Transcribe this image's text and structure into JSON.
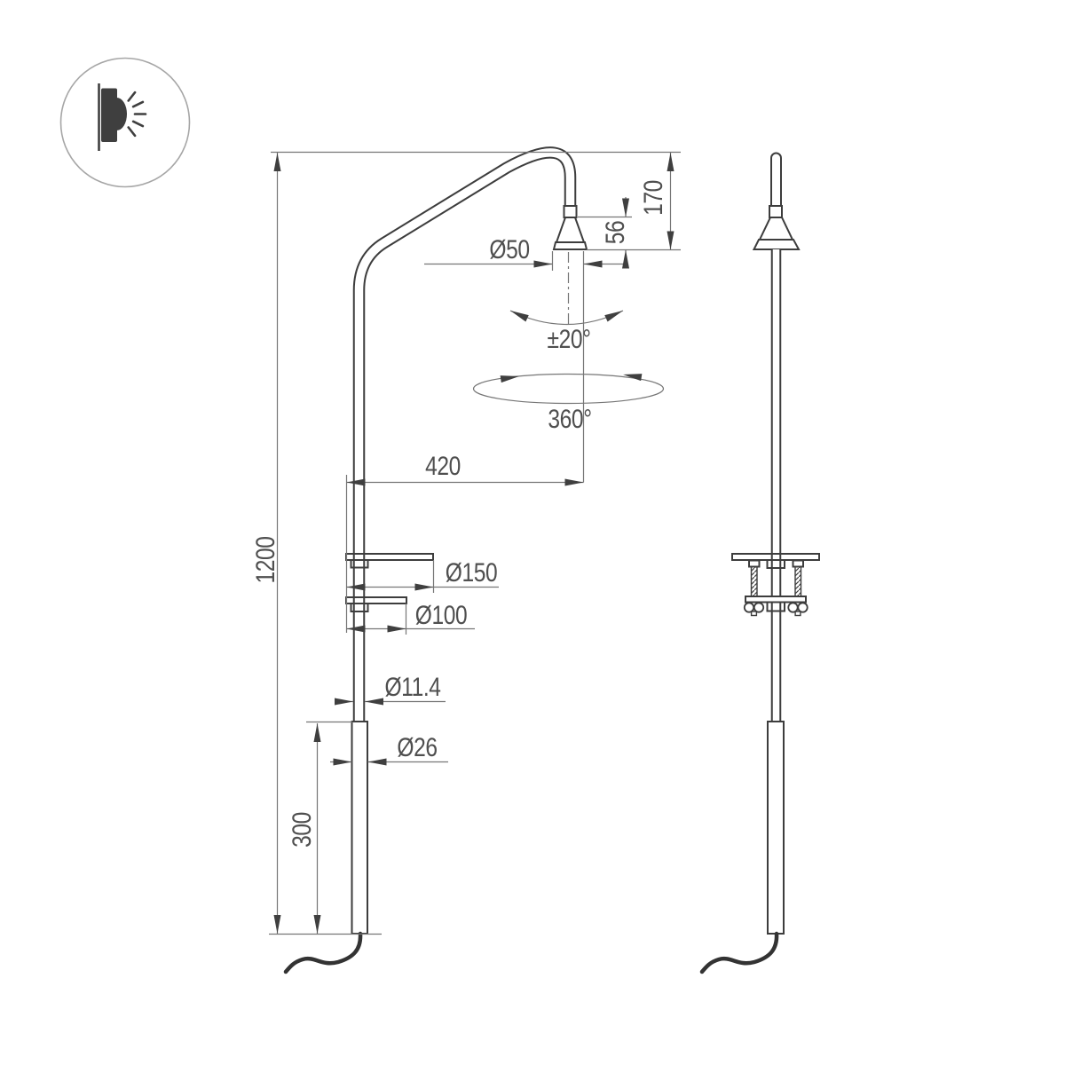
{
  "page": {
    "type": "luminaire-technical-drawing",
    "background": "#ffffff"
  },
  "logo": {
    "icon": "wall-light-icon"
  },
  "colors": {
    "outline": "#3d3d3d",
    "dimension_lines": "#767676",
    "label_text": "#4f4f4f",
    "cable": "#333333",
    "logo_ring": "#a6a6a6"
  },
  "dimensions": {
    "total_height": "1200",
    "arm_offset": "420",
    "head_drop": "170",
    "cone_height": "56",
    "head_diameter": "Ø50",
    "tilt_range": "±20°",
    "rotation": "360°",
    "bracket_plate_diameter": "Ø150",
    "bracket_lower_diameter": "Ø100",
    "pole_diameter": "Ø11.4",
    "base_tube_diameter": "Ø26",
    "base_tube_height": "300"
  }
}
